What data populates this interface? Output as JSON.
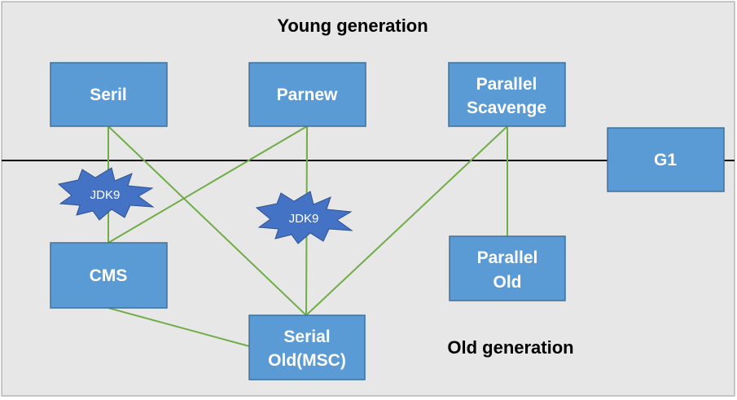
{
  "regions": {
    "young": "Young generation",
    "old": "Old generation"
  },
  "collectors": {
    "seril": "Seril",
    "parnew": "Parnew",
    "parallel_scavenge": [
      "Parallel",
      "Scavenge"
    ],
    "g1": "G1",
    "cms": "CMS",
    "serial_old": [
      "Serial",
      "Old(MSC)"
    ],
    "parallel_old": [
      "Parallel",
      "Old"
    ]
  },
  "badges": {
    "left": "JDK9",
    "middle": "JDK9"
  },
  "connections": [
    [
      "Seril",
      "CMS"
    ],
    [
      "Seril",
      "Serial Old(MSC)"
    ],
    [
      "Parnew",
      "CMS"
    ],
    [
      "Parnew",
      "Serial Old(MSC)"
    ],
    [
      "Parallel Scavenge",
      "Serial Old(MSC)"
    ],
    [
      "Parallel Scavenge",
      "Parallel Old"
    ],
    [
      "CMS",
      "Serial Old(MSC)"
    ]
  ],
  "colors": {
    "background": "#e7e7e7",
    "box_fill": "#5b9bd5",
    "box_stroke": "#41719c",
    "line": "#70ad47",
    "star_fill": "#4472c4",
    "divider": "#000000"
  }
}
